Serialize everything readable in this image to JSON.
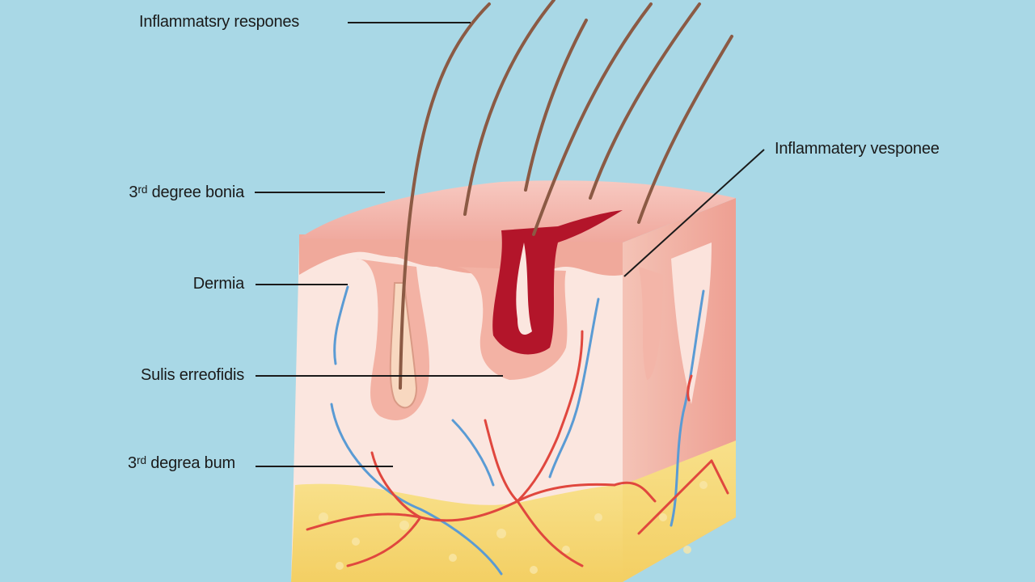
{
  "labels": {
    "top_left": "Inflammatsry respones",
    "right": "Inflammatery vesponee",
    "third_degree_bonia": "3ʳᵈ degree bonia",
    "dermia": "Dermia",
    "subs": "Sulis erreofidis",
    "third_degree_bum": "3ʳᵈ degrea bum"
  },
  "colors": {
    "background": "#a9d8e6",
    "epidermis": "#f1a9a0",
    "dermis": "#fbe3dc",
    "fat": "#f7dc7a",
    "burn": "#b3152a",
    "vein": "#5a9bd4",
    "artery": "#e0473e",
    "hair": "#8b5a44"
  }
}
